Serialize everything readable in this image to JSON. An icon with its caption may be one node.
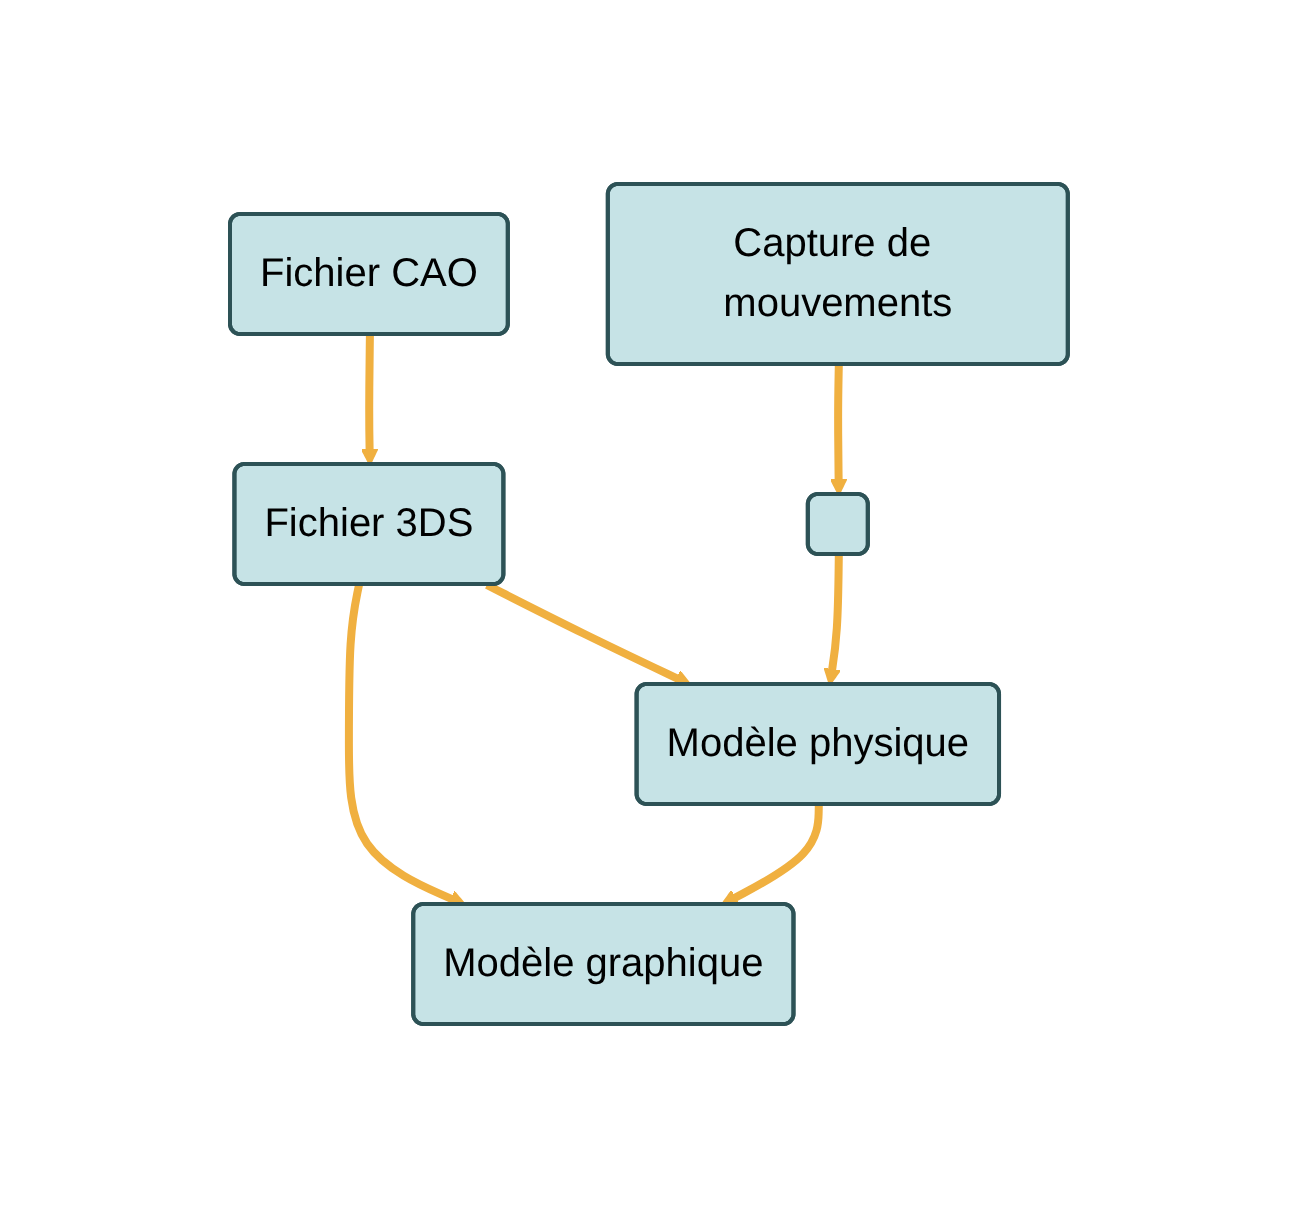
{
  "diagram": {
    "nodes": [
      {
        "text": [
          "Fichier CAO"
        ]
      },
      {
        "text": [
          "Fichier 3DS"
        ]
      },
      {
        "text": [
          "Modèle graphique"
        ]
      },
      {
        "text": [
          "Modèle physique"
        ]
      },
      {
        "text": [
          "Capture de mouvements"
        ]
      },
      {
        "text": [],
        "shape": "box"
      }
    ],
    "edges": [
      {
        "from": 0,
        "to": 1,
        "arrow": "to"
      },
      {
        "from": 1,
        "to": 2,
        "arrow": "to"
      },
      {
        "from": 1,
        "to": 3,
        "arrow": "to"
      },
      {
        "from": 3,
        "to": 2,
        "arrow": "to"
      },
      {
        "from": 4,
        "to": 5,
        "arrow": "to"
      },
      {
        "from": 5,
        "to": 3,
        "arrow": "to"
      }
    ]
  }
}
